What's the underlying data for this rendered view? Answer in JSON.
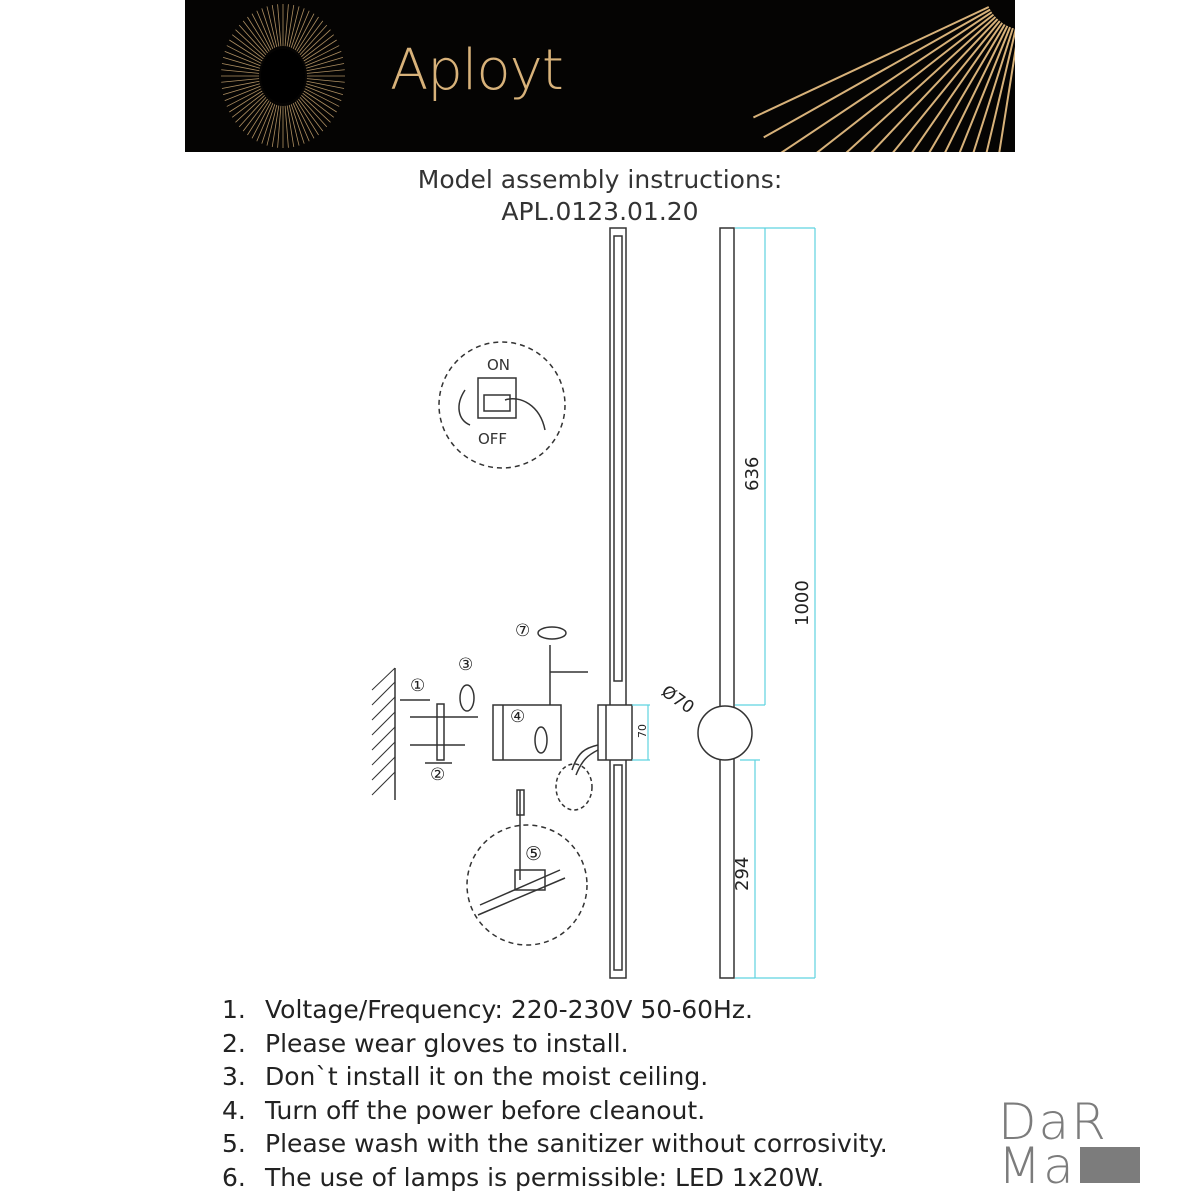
{
  "header": {
    "brand": "Aployt",
    "accent_color": "#d8b27a",
    "background": "#050403"
  },
  "title": {
    "line1": "Model assembly instructions:",
    "line2": "APL.0123.01.20"
  },
  "drawing": {
    "switch": {
      "on_label": "ON",
      "off_label": "OFF"
    },
    "steps": [
      "①",
      "②",
      "③",
      "④",
      "⑤",
      "⑦"
    ],
    "dimensions": {
      "upper": "636",
      "total": "1000",
      "lower": "294",
      "diameter": "Ø70",
      "mount": "70"
    },
    "dimension_color": "#5fd3e0"
  },
  "notes": [
    {
      "num": "1.",
      "text": "Voltage/Frequency: 220-230V 50-60Hz."
    },
    {
      "num": "2.",
      "text": "Please wear gloves to install."
    },
    {
      "num": "3.",
      "text": "Don`t install it on the moist ceiling."
    },
    {
      "num": "4.",
      "text": "Turn off the power before cleanout."
    },
    {
      "num": "5.",
      "text": "Please wash with the sanitizer without corrosivity."
    },
    {
      "num": "6.",
      "text": "The use of lamps is permissible: LED 1x20W."
    }
  ],
  "watermark": {
    "line1": "DaR",
    "line2": "Ma"
  }
}
